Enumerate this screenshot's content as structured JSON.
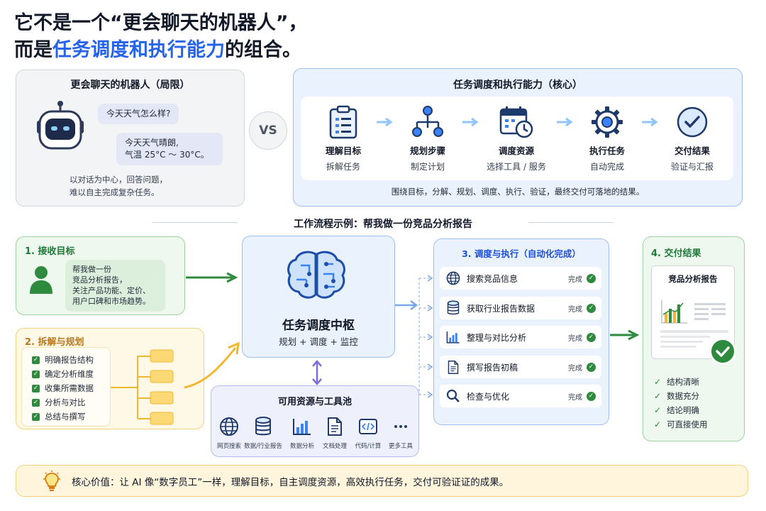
{
  "title": {
    "line1": "它不是一个“更会聊天的机器人”，",
    "line2_prefix": "而是",
    "line2_highlight": "任务调度和执行能力",
    "line2_suffix": "的组合。"
  },
  "chatbot_panel": {
    "title": "更会聊天的机器人（局限）",
    "question": "今天天气怎么样?",
    "answer_line1": "今天天气晴朗,",
    "answer_line2": "气温 25°C ～ 30°C。",
    "desc_line1": "以对话为中心，回答问题，",
    "desc_line2": "难以自主完成复杂任务。"
  },
  "vs_label": "VS",
  "core_panel": {
    "title": "任务调度和执行能力（核心）",
    "steps": [
      {
        "title": "理解目标",
        "sub": "拆解任务",
        "icon": "clipboard-icon"
      },
      {
        "title": "规划步骤",
        "sub": "制定计划",
        "icon": "hierarchy-icon"
      },
      {
        "title": "调度资源",
        "sub": "选择工具 / 服务",
        "icon": "calendar-clock-icon"
      },
      {
        "title": "执行任务",
        "sub": "自动完成",
        "icon": "gear-icon"
      },
      {
        "title": "交付结果",
        "sub": "验证与汇报",
        "icon": "check-circle-icon"
      }
    ],
    "footer": "围绕目标，分解、规划、调度、执行、验证，最终交付可落地的结果。"
  },
  "workflow_title": "工作流程示例：帮我做一份竞品分析报告",
  "receive": {
    "title": "1. 接收目标",
    "bubble_lines": [
      "帮我做一份",
      "竞品分析报告，",
      "关注产品功能、定价、",
      "用户口碑和市场趋势。"
    ]
  },
  "plan": {
    "title": "2. 拆解与规划",
    "items": [
      "明确报告结构",
      "确定分析维度",
      "收集所需数据",
      "分析与对比",
      "总结与撰写"
    ]
  },
  "hub": {
    "title": "任务调度中枢",
    "subtitle": "规划 + 调度 + 监控"
  },
  "tools": {
    "title": "可用资源与工具池",
    "items": [
      {
        "label": "网页搜索",
        "icon": "globe-icon"
      },
      {
        "label": "数据/行业报告",
        "icon": "database-icon"
      },
      {
        "label": "数据分析",
        "icon": "bar-chart-icon"
      },
      {
        "label": "文档处理",
        "icon": "document-icon"
      },
      {
        "label": "代码/计算",
        "icon": "code-icon"
      },
      {
        "label": "更多工具",
        "icon": "ellipsis-icon"
      }
    ]
  },
  "exec": {
    "title": "3. 调度与执行（自动化完成）",
    "tasks": [
      {
        "label": "搜索竞品信息",
        "status": "完成",
        "icon": "globe-icon"
      },
      {
        "label": "获取行业报告数据",
        "status": "完成",
        "icon": "database-icon"
      },
      {
        "label": "整理与对比分析",
        "status": "完成",
        "icon": "bar-chart-icon"
      },
      {
        "label": "撰写报告初稿",
        "status": "完成",
        "icon": "document-icon"
      },
      {
        "label": "检查与优化",
        "status": "完成",
        "icon": "search-icon"
      }
    ]
  },
  "deliver": {
    "title": "4. 交付结果",
    "report_title": "竞品分析报告",
    "items": [
      "结构清晰",
      "数据充分",
      "结论明确",
      "可直接使用"
    ]
  },
  "core_value": {
    "text": "核心价值：让 AI 像“数字员工”一样，理解目标，自主调度资源，高效执行任务，交付可验证证的成果。"
  },
  "colors": {
    "accent_blue": "#2563eb",
    "green": "#2e8b3e",
    "amber": "#f2b731"
  }
}
